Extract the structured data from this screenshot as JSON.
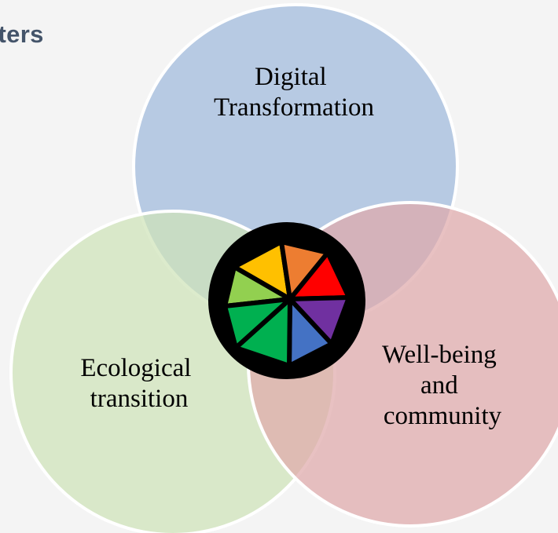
{
  "title": "sters",
  "circles": [
    {
      "key": "digital",
      "lines": [
        "Digital",
        "Transformation"
      ],
      "color": "#a9c1df"
    },
    {
      "key": "ecological",
      "lines": [
        "Ecological",
        "transition"
      ],
      "color": "#cfe3b8"
    },
    {
      "key": "wellbeing",
      "lines": [
        "Well-being",
        "and",
        "community"
      ],
      "color": "#dfa9aa"
    }
  ],
  "center_logo": {
    "segment_colors": [
      "#ffc000",
      "#ed7d31",
      "#ff0000",
      "#7030a0",
      "#4472c4",
      "#00b050",
      "#92d050"
    ]
  }
}
